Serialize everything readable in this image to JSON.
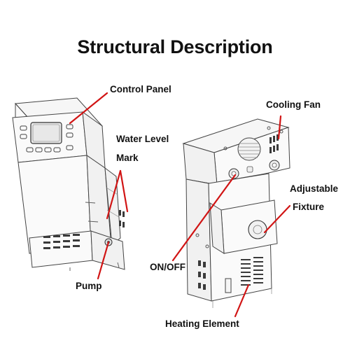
{
  "title": "Structural Description",
  "labels": {
    "control_panel": "Control Panel",
    "cooling_fan": "Cooling Fan",
    "water_level": "Water Level",
    "mark": "Mark",
    "adjustable": "Adjustable",
    "fixture": "Fixture",
    "on_off": "ON/OFF",
    "pump": "Pump",
    "heating_element": "Heating Element"
  },
  "colors": {
    "pointer": "#d11414",
    "text": "#111111",
    "line_art": "#444444"
  }
}
